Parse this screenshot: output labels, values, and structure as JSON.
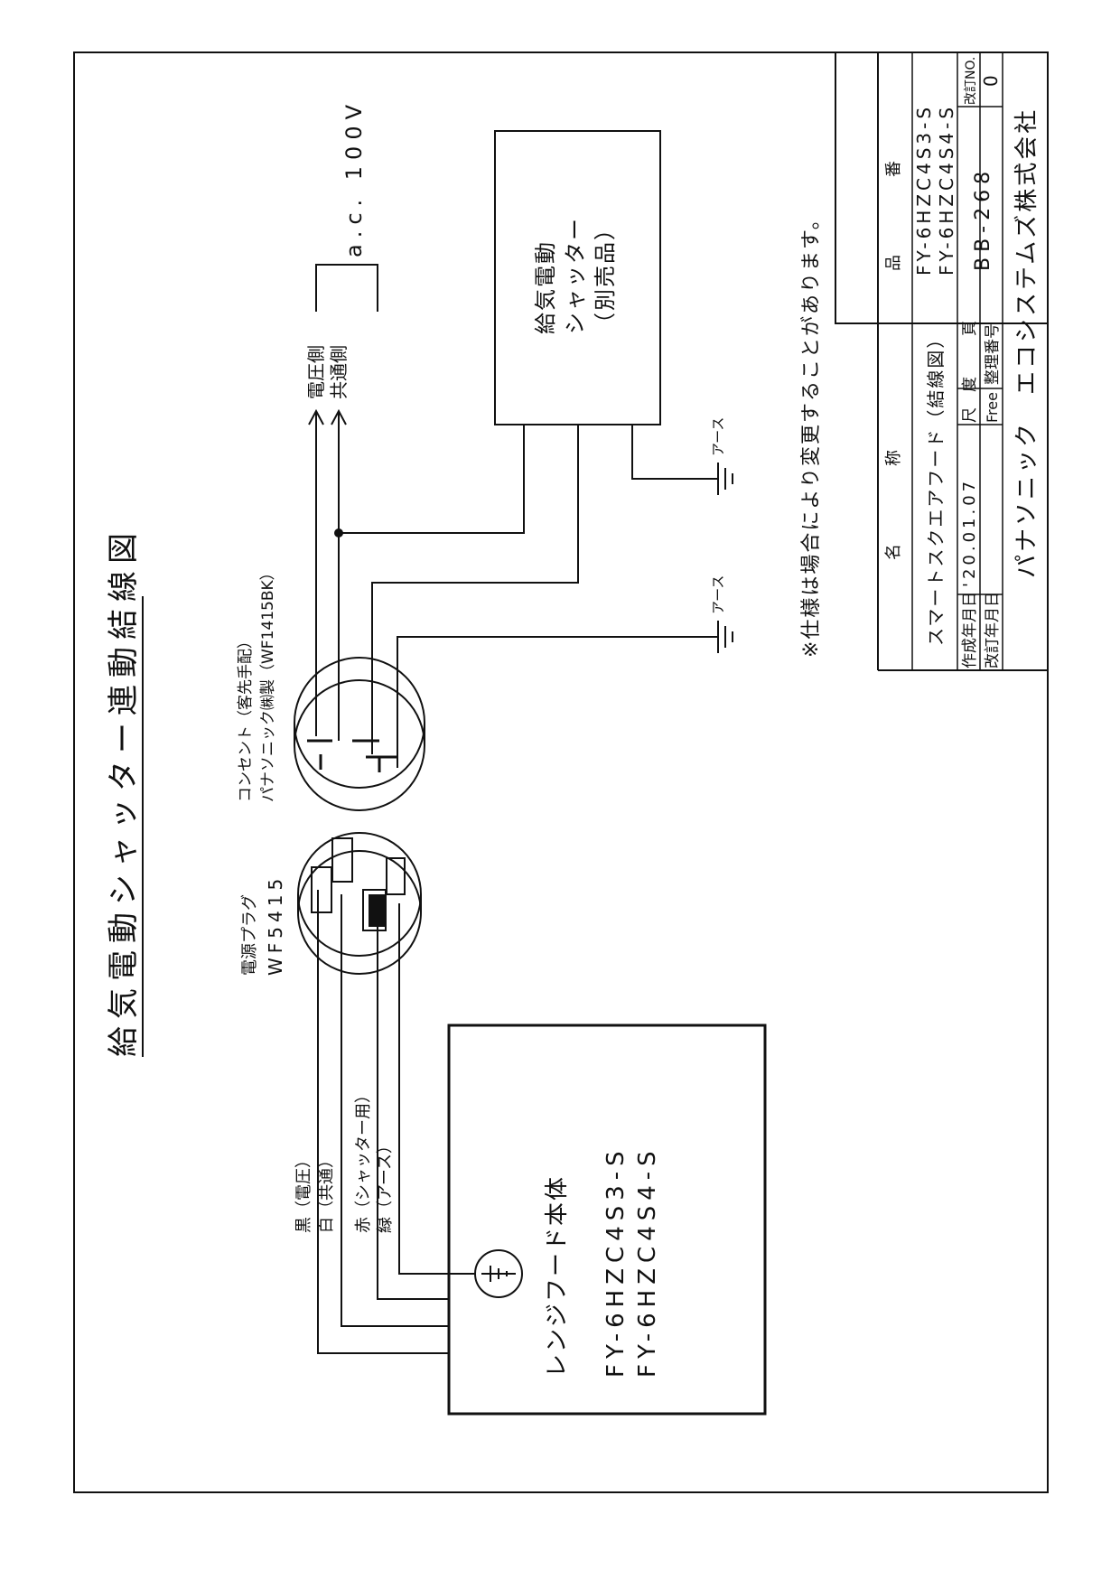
{
  "title": "給気電動シャッター連動結線図",
  "plug": {
    "name": "電源プラグ",
    "model": "WF5415"
  },
  "outlet": {
    "line1": "コンセント（客先手配）",
    "line2": "パナソニック㈱製（WF1415BK）"
  },
  "wires": {
    "black": "黒（電圧）",
    "white": "白（共通）",
    "red": "赤（シャッター用）",
    "green": "緑（アース）"
  },
  "terminals": {
    "voltage_side": "電圧側",
    "common_side": "共通側"
  },
  "supply": "a.c. 100V",
  "shutter": {
    "line1": "給気電動",
    "line2": "シャッター",
    "line3": "（別売品）"
  },
  "earth_labels": [
    "アース",
    "アース"
  ],
  "hood": {
    "name": "レンジフード本体",
    "model1": "FY-6HZC4S3-S",
    "model2": "FY-6HZC4S4-S"
  },
  "note": "※仕様は場合により変更することがあります。",
  "title_block": {
    "name_header": "名　　　称",
    "product_name": "スマートスクエアフード（結線図）",
    "created_label": "作成年月日",
    "created_date": "'20.01.07",
    "revised_label": "改訂年月日",
    "scale_label": "尺　度",
    "scale_value": "Free",
    "page_label": "頁",
    "mgmt_label": "整理番号",
    "hinban_header": "品　　　番",
    "hinban1": "FY-6HZC4S3-S",
    "hinban2": "FY-6HZC4S4-S",
    "doc_no": "BB-268",
    "rev_label": "改訂NO.",
    "rev_value": "0",
    "company": "パナソニック　エコシステムズ株式会社"
  }
}
